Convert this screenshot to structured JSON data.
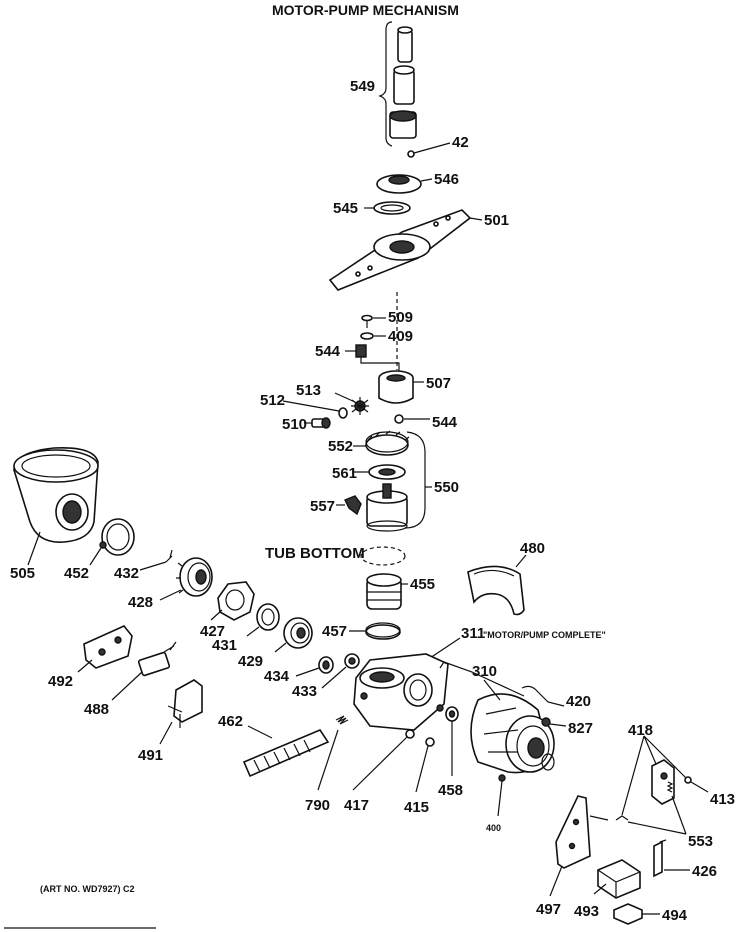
{
  "title": "MOTOR-PUMP MECHANISM",
  "art_number": "(ART NO. WD7927) C2",
  "callouts": {
    "tub_bottom": "TUB BOTTOM",
    "motor_pump_complete": "\"MOTOR/PUMP COMPLETE\""
  },
  "parts": {
    "p549": "549",
    "p42": "42",
    "p546": "546",
    "p545": "545",
    "p501": "501",
    "p509": "509",
    "p409": "409",
    "p544a": "544",
    "p507": "507",
    "p513": "513",
    "p512": "512",
    "p510": "510",
    "p544b": "544",
    "p552": "552",
    "p561": "561",
    "p550": "550",
    "p557": "557",
    "p455": "455",
    "p480": "480",
    "p505": "505",
    "p452": "452",
    "p432": "432",
    "p428": "428",
    "p427": "427",
    "p431": "431",
    "p429": "429",
    "p457": "457",
    "p311": "311",
    "p310": "310",
    "p434": "434",
    "p433": "433",
    "p492": "492",
    "p488": "488",
    "p491": "491",
    "p462": "462",
    "p420": "420",
    "p827": "827",
    "p418": "418",
    "p413": "413",
    "p790": "790",
    "p417": "417",
    "p415": "415",
    "p458": "458",
    "p400": "400",
    "p553": "553",
    "p426": "426",
    "p497": "497",
    "p493": "493",
    "p494": "494"
  }
}
